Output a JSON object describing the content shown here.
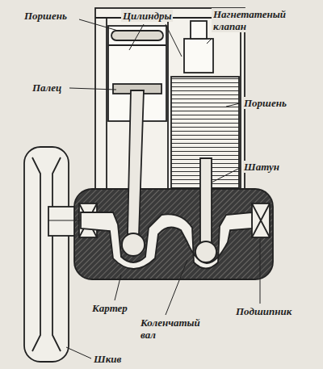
{
  "diagram": {
    "labels": [
      "Поршень",
      "Цилиндры",
      "Нагнетатеный клапан",
      "Поршень",
      "Палец",
      "Шатун",
      "Картер",
      "Подшипник",
      "Коленчатый вал",
      "Шкив"
    ]
  }
}
